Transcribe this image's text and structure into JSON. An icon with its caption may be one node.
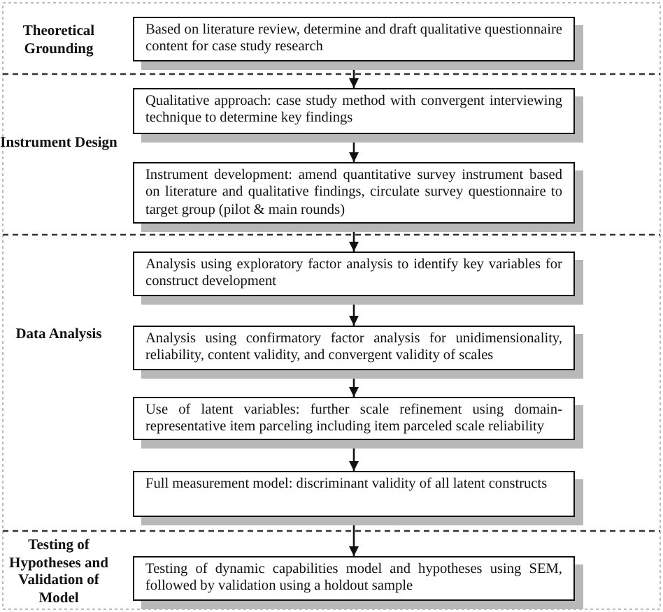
{
  "diagram": {
    "nodes": [
      {
        "text": [
          "Based on literature review, determine and draft qualitative questionnaire content for case study research"
        ]
      },
      {
        "text": [
          "Qualitative approach: case study method with convergent interviewing technique to determine key findings"
        ]
      },
      {
        "text": [
          "Instrument development: amend quantitative survey instrument based on literature and qualitative findings, circulate survey questionnaire to target group (pilot & main rounds)"
        ]
      },
      {
        "text": [
          "Analysis using exploratory factor analysis to identify key variables for construct development"
        ]
      },
      {
        "text": [
          "Analysis using confirmatory factor analysis for unidimensionality, reliability, content validity, and convergent validity of scales"
        ]
      },
      {
        "text": [
          "Use of latent variables: further scale refinement using domain-representative item parceling including item parceled scale reliability"
        ]
      },
      {
        "text": [
          "Full measurement model: discriminant validity of all latent constructs"
        ]
      },
      {
        "text": [
          "Testing of dynamic capabilities model and hypotheses using SEM, followed by validation using a holdout sample"
        ]
      }
    ],
    "edges": [
      {
        "from": 0,
        "to": 1,
        "arrow": "to"
      },
      {
        "from": 1,
        "to": 2,
        "arrow": "to"
      },
      {
        "from": 2,
        "to": 3,
        "arrow": "to"
      },
      {
        "from": 3,
        "to": 4,
        "arrow": "to"
      },
      {
        "from": 4,
        "to": 5,
        "arrow": "to"
      },
      {
        "from": 5,
        "to": 6,
        "arrow": "to"
      },
      {
        "from": 6,
        "to": 7,
        "arrow": "to"
      }
    ],
    "labels": [
      "Theoretical Grounding",
      "Instrument Design",
      "Data Analysis",
      "Testing of Hypotheses and Validation of Model"
    ]
  }
}
